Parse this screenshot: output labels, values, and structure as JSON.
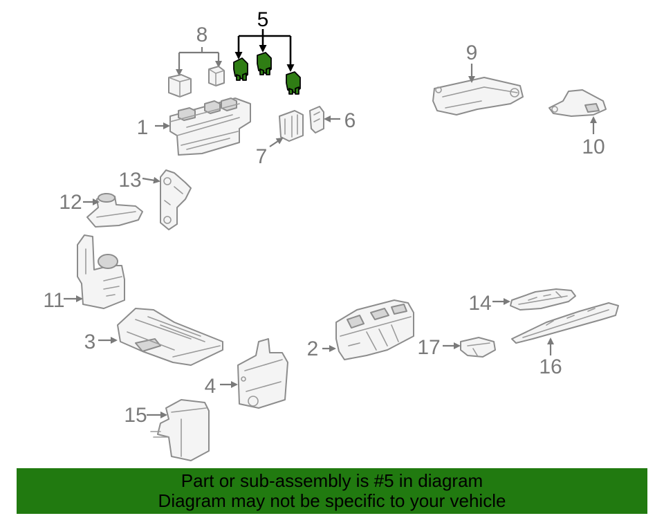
{
  "highlighted_part": "5",
  "colors": {
    "banner_bg": "#217a10",
    "banner_text": "#000000",
    "highlight_fill": "#2f7d14",
    "line_art": "#8c8c8c",
    "callout_gray": "#7a7a7a",
    "callout_highlight": "#000000"
  },
  "callouts": {
    "c1": "1",
    "c2": "2",
    "c3": "3",
    "c4": "4",
    "c5": "5",
    "c6": "6",
    "c7": "7",
    "c8": "8",
    "c9": "9",
    "c10": "10",
    "c11": "11",
    "c12": "12",
    "c13": "13",
    "c14": "14",
    "c15": "15",
    "c16": "16",
    "c17": "17"
  },
  "banner": {
    "line1": "Part or sub-assembly is #5 in diagram",
    "line2": "Diagram may not be specific to your vehicle"
  }
}
